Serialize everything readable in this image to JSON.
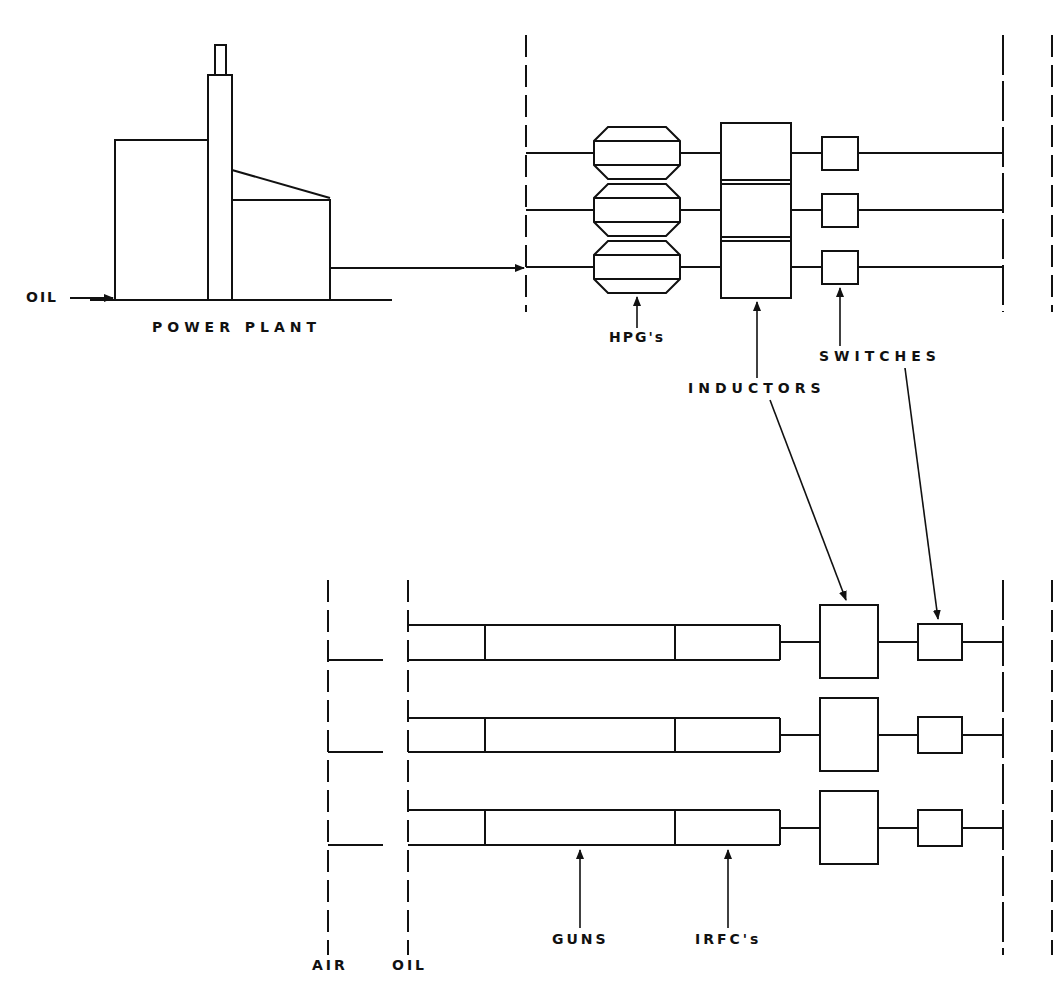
{
  "diagram": {
    "labels": [
      "OIL",
      "POWER PLANT",
      "HPG's",
      "SWITCHES",
      "INDUCTORS",
      "GUNS",
      "IRFC's",
      "AIR",
      "OIL"
    ]
  }
}
